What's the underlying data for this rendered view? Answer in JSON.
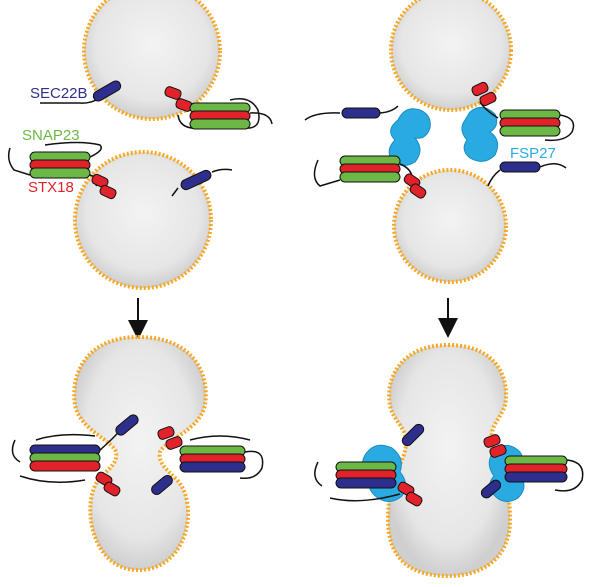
{
  "labels": {
    "sec22b": "SEC22B",
    "snap23": "SNAP23",
    "stx18": "STX18",
    "fsp27": "FSP27"
  },
  "colors": {
    "sec22b": "#2e2f8c",
    "snap23": "#6bb846",
    "stx18": "#e1222a",
    "fsp27": "#29abe2",
    "membrane": "#f7a823",
    "droplet_fill": "#e9e9e9",
    "arrow": "#111111"
  },
  "panels": [
    {
      "id": "top-left",
      "state": "separate droplets"
    },
    {
      "id": "top-right",
      "state": "separate droplets with FSP27"
    },
    {
      "id": "bottom-left",
      "state": "fusion intermediate"
    },
    {
      "id": "bottom-right",
      "state": "fusion intermediate with FSP27"
    }
  ]
}
